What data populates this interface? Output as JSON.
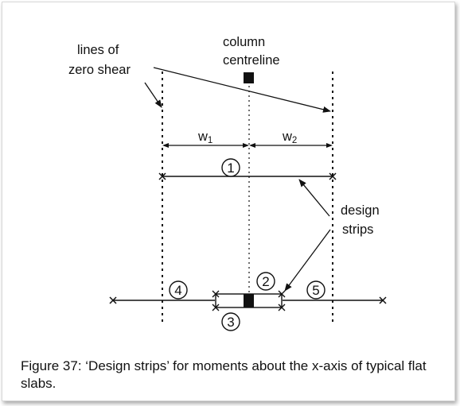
{
  "labels": {
    "zero_shear_line1": "lines of",
    "zero_shear_line2": "zero shear",
    "column_line1": "column",
    "column_line2": "centreline",
    "w1_main": "w",
    "w1_sub": "1",
    "w2_main": "w",
    "w2_sub": "2",
    "design_line1": "design",
    "design_line2": "strips"
  },
  "strip_numbers": [
    "1",
    "2",
    "3",
    "4",
    "5"
  ],
  "caption": "Figure 37: ‘Design strips’ for moments about the x-axis of typical flat slabs."
}
